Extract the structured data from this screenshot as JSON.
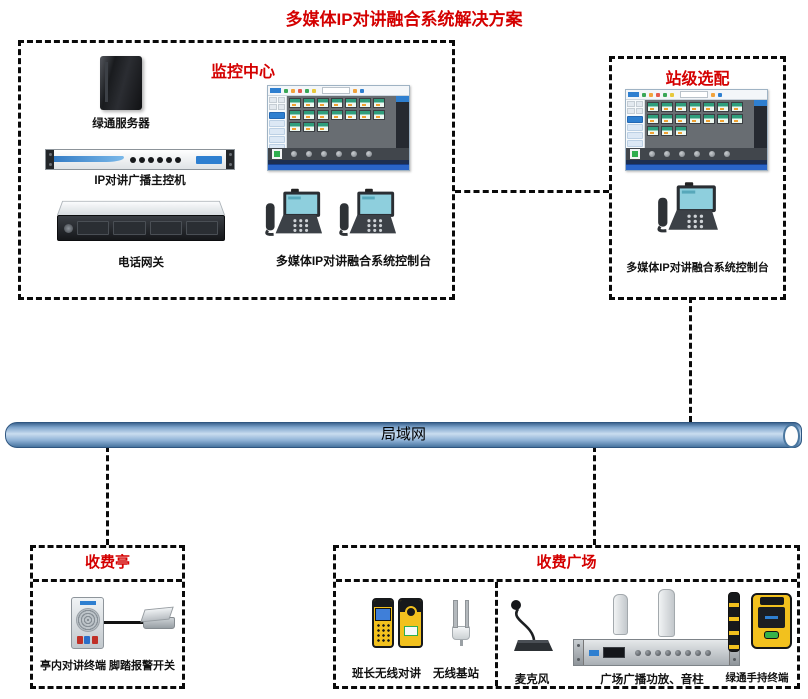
{
  "title": "多媒体IP对讲融合系统解决方案",
  "lan": {
    "label": "局域网"
  },
  "monitoring_center": {
    "title": "监控中心",
    "server_label": "绿通服务器",
    "master_label": "IP对讲广播主控机",
    "gateway_label": "电话网关",
    "console_label": "多媒体IP对讲融合系统控制台"
  },
  "station": {
    "title": "站级选配",
    "console_label": "多媒体IP对讲融合系统控制台"
  },
  "toll_booth": {
    "title": "收费亭",
    "devices_label": "亭内对讲终端 脚踏报警开关"
  },
  "toll_plaza": {
    "title": "收费广场",
    "radio_label": "班长无线对讲",
    "base_station_label": "无线基站",
    "mic_label": "麦克风",
    "amp_label": "广场广播功放、音柱",
    "handheld_label": "绿通手持终端"
  },
  "colors": {
    "accent_red": "#d40000",
    "pipe_blue": "#7ea4cc",
    "tile_green": "#2f9e7c",
    "app_blue": "#2e7fd0",
    "device_yellow": "#f2c11e"
  }
}
